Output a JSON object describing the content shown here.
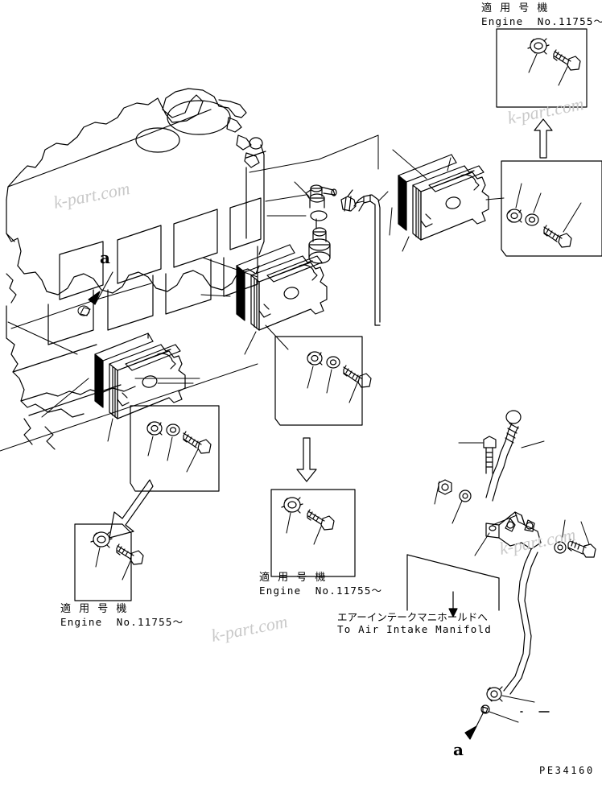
{
  "document": {
    "type": "parts-diagram",
    "part_number": "PE34160",
    "watermark_text": "k-part.com",
    "line_color": "#000000",
    "background_color": "#ffffff",
    "watermark_color": "#c9c9c9"
  },
  "notes": [
    {
      "id": "note-top-right",
      "jp": "適 用 号 機",
      "en": "Engine  No.11755〜"
    },
    {
      "id": "note-bottom-left",
      "jp": "適 用 号 機",
      "en": "Engine  No.11755〜"
    },
    {
      "id": "note-bottom-center",
      "jp": "適 用 号 機",
      "en": "Engine  No.11755〜"
    }
  ],
  "callouts": {
    "air_intake": {
      "jp": "エアーインテークマニホールドへ",
      "en": "To Air Intake Manifold"
    },
    "ref_upper": "a",
    "ref_lower": "a"
  },
  "watermarks": [
    {
      "id": "wm-engine-block",
      "text": "k-part.com"
    },
    {
      "id": "wm-top-right",
      "text": "k-part.com"
    },
    {
      "id": "wm-bottom-center",
      "text": "k-part.com"
    },
    {
      "id": "wm-lower-right",
      "text": "k-part.com"
    }
  ],
  "footer": {
    "part_number": "PE34160"
  }
}
